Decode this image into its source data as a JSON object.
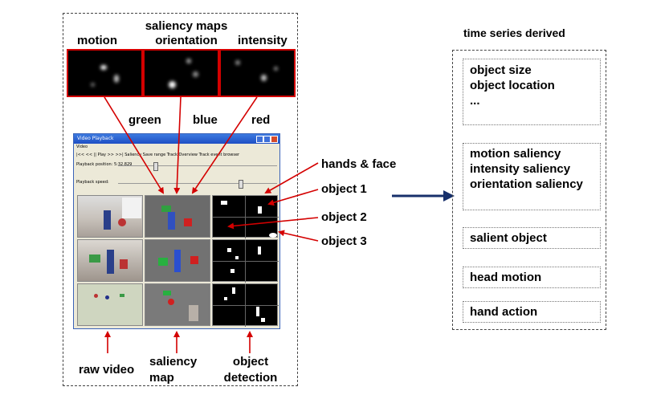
{
  "saliency": {
    "heading_line1": "saliency maps",
    "heading_line2": "orientation",
    "motion": "motion",
    "intensity": "intensity"
  },
  "channels": {
    "green": "green",
    "blue": "blue",
    "red": "red"
  },
  "window": {
    "title": "Video Playback",
    "menu": "Video",
    "toolbar": "|<<  <<  ||  Play  >>  >>|  Saliency Save range  Track Overview  Track event browser",
    "playback_position_label": "Playback position: 5:32.829",
    "playback_speed_label": "Playback speed:"
  },
  "annotations": {
    "hands_face": "hands & face",
    "object1": "object 1",
    "object2": "object 2",
    "object3": "object 3"
  },
  "columns": {
    "raw_video": "raw video",
    "saliency_map_line1": "saliency",
    "saliency_map_line2": "map",
    "object_detection_line1": "object",
    "object_detection_line2": "detection"
  },
  "time_series": {
    "title": "time series derived",
    "group1": [
      "object size",
      "object location",
      "..."
    ],
    "group2": [
      "motion saliency",
      "intensity saliency",
      "orientation saliency"
    ],
    "salient_object": "salient object",
    "head_motion": "head motion",
    "hand_action": "hand action"
  },
  "colors": {
    "arrow_red": "#d40000",
    "arrow_navy": "#17306b",
    "highlight_border": "#d40000"
  }
}
